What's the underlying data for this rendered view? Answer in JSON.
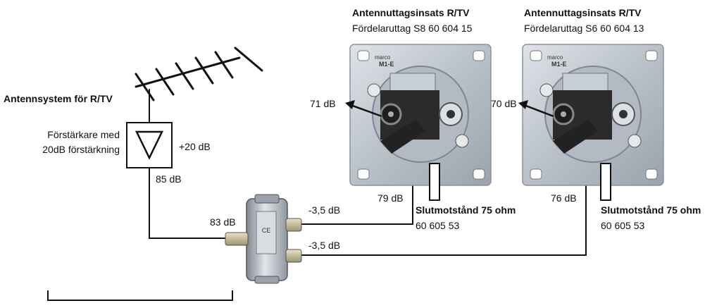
{
  "system": {
    "title": "Antennsystem för R/TV",
    "amp_label_line1": "Förstärkare med",
    "amp_label_line2": "20dB förstärkning",
    "gain": "+20 dB",
    "amp_out": "85 dB",
    "splitter_in": "83 dB"
  },
  "outlets": [
    {
      "title": "Antennuttagsinsats R/TV",
      "subtitle": "Fördelaruttag S8 60 604 15",
      "brand": "M1-E",
      "level_out": "71 dB",
      "level_in": "79 dB",
      "branch_loss": "-3,5 dB",
      "term_title": "Slutmotstånd 75 ohm",
      "term_code": "60 605 53"
    },
    {
      "title": "Antennuttagsinsats R/TV",
      "subtitle": "Fördelaruttag S6 60 604 13",
      "brand": "M1-E",
      "level_out": "70 dB",
      "level_in": "76 dB",
      "branch_loss": "-3,5 dB",
      "term_title": "Slutmotstånd 75 ohm",
      "term_code": "60 605 53"
    }
  ],
  "colors": {
    "line": "#111111",
    "plate": "#c2c8d0",
    "metal": "#8e97a2",
    "dark": "#2a2a2a"
  }
}
